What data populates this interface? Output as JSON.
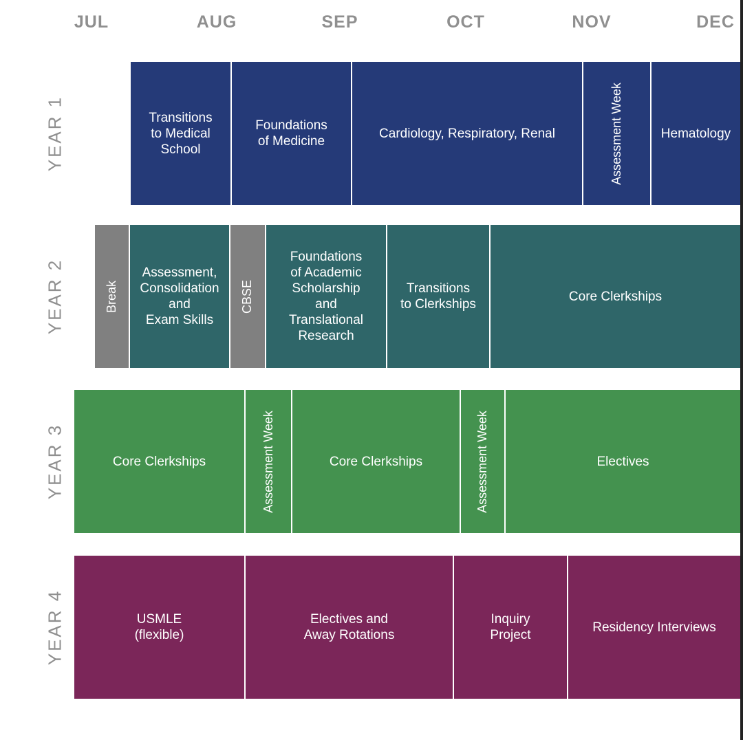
{
  "months": [
    "JUL",
    "AUG",
    "SEP",
    "OCT",
    "NOV",
    "DEC"
  ],
  "years": [
    {
      "label": "YEAR 1",
      "blocks": [
        {
          "text": "Transitions\nto Medical\nSchool"
        },
        {
          "text": "Foundations\nof Medicine"
        },
        {
          "text": "Cardiology, Respiratory, Renal"
        },
        {
          "text": "Assessment Week",
          "vertical": true
        },
        {
          "text": "Hematology"
        }
      ]
    },
    {
      "label": "YEAR 2",
      "blocks": [
        {
          "text": "Break",
          "vertical": true,
          "gray": true
        },
        {
          "text": "Assessment,\nConsolidation\nand\nExam Skills"
        },
        {
          "text": "CBSE",
          "vertical": true,
          "gray": true
        },
        {
          "text": "Foundations\nof Academic\nScholarship\nand\nTranslational\nResearch"
        },
        {
          "text": "Transitions\nto Clerkships"
        },
        {
          "text": "Core Clerkships"
        }
      ]
    },
    {
      "label": "YEAR 3",
      "blocks": [
        {
          "text": "Core Clerkships"
        },
        {
          "text": "Assessment Week",
          "vertical": true
        },
        {
          "text": "Core Clerkships"
        },
        {
          "text": "Assessment Week",
          "vertical": true
        },
        {
          "text": "Electives"
        }
      ]
    },
    {
      "label": "YEAR 4",
      "blocks": [
        {
          "text": "USMLE\n(flexible)"
        },
        {
          "text": "Electives and\nAway Rotations"
        },
        {
          "text": "Inquiry\nProject"
        },
        {
          "text": "Residency Interviews"
        }
      ]
    }
  ]
}
